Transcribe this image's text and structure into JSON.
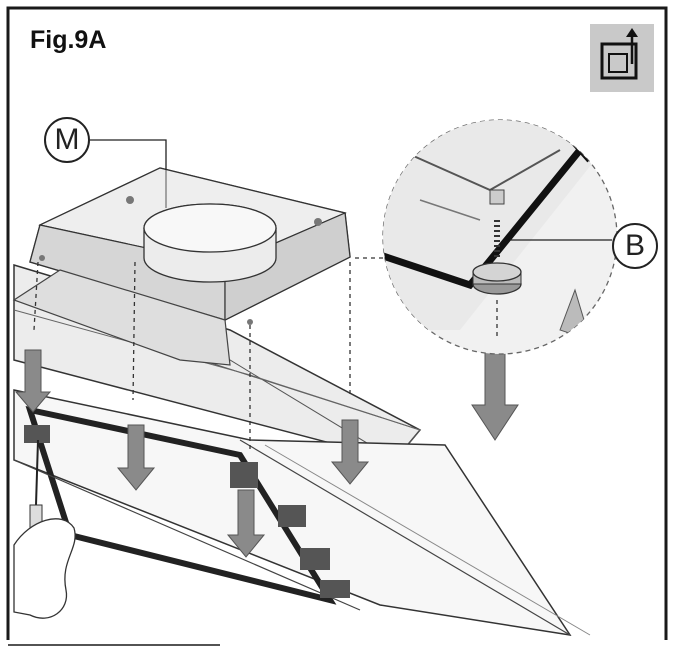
{
  "figure": {
    "title": "Fig.9A",
    "callouts": [
      {
        "id": "m",
        "label": "M"
      },
      {
        "id": "b",
        "label": "B"
      }
    ],
    "colors": {
      "line": "#1a1a1a",
      "arrow_fill": "#8a8a8a",
      "panel_fill": "#e2e2e2",
      "badge_bg": "#c9c9c9"
    },
    "icons": [
      "exhaust-outlet-icon",
      "screwdriver-icon",
      "hand-icon",
      "down-arrow-icon"
    ]
  }
}
